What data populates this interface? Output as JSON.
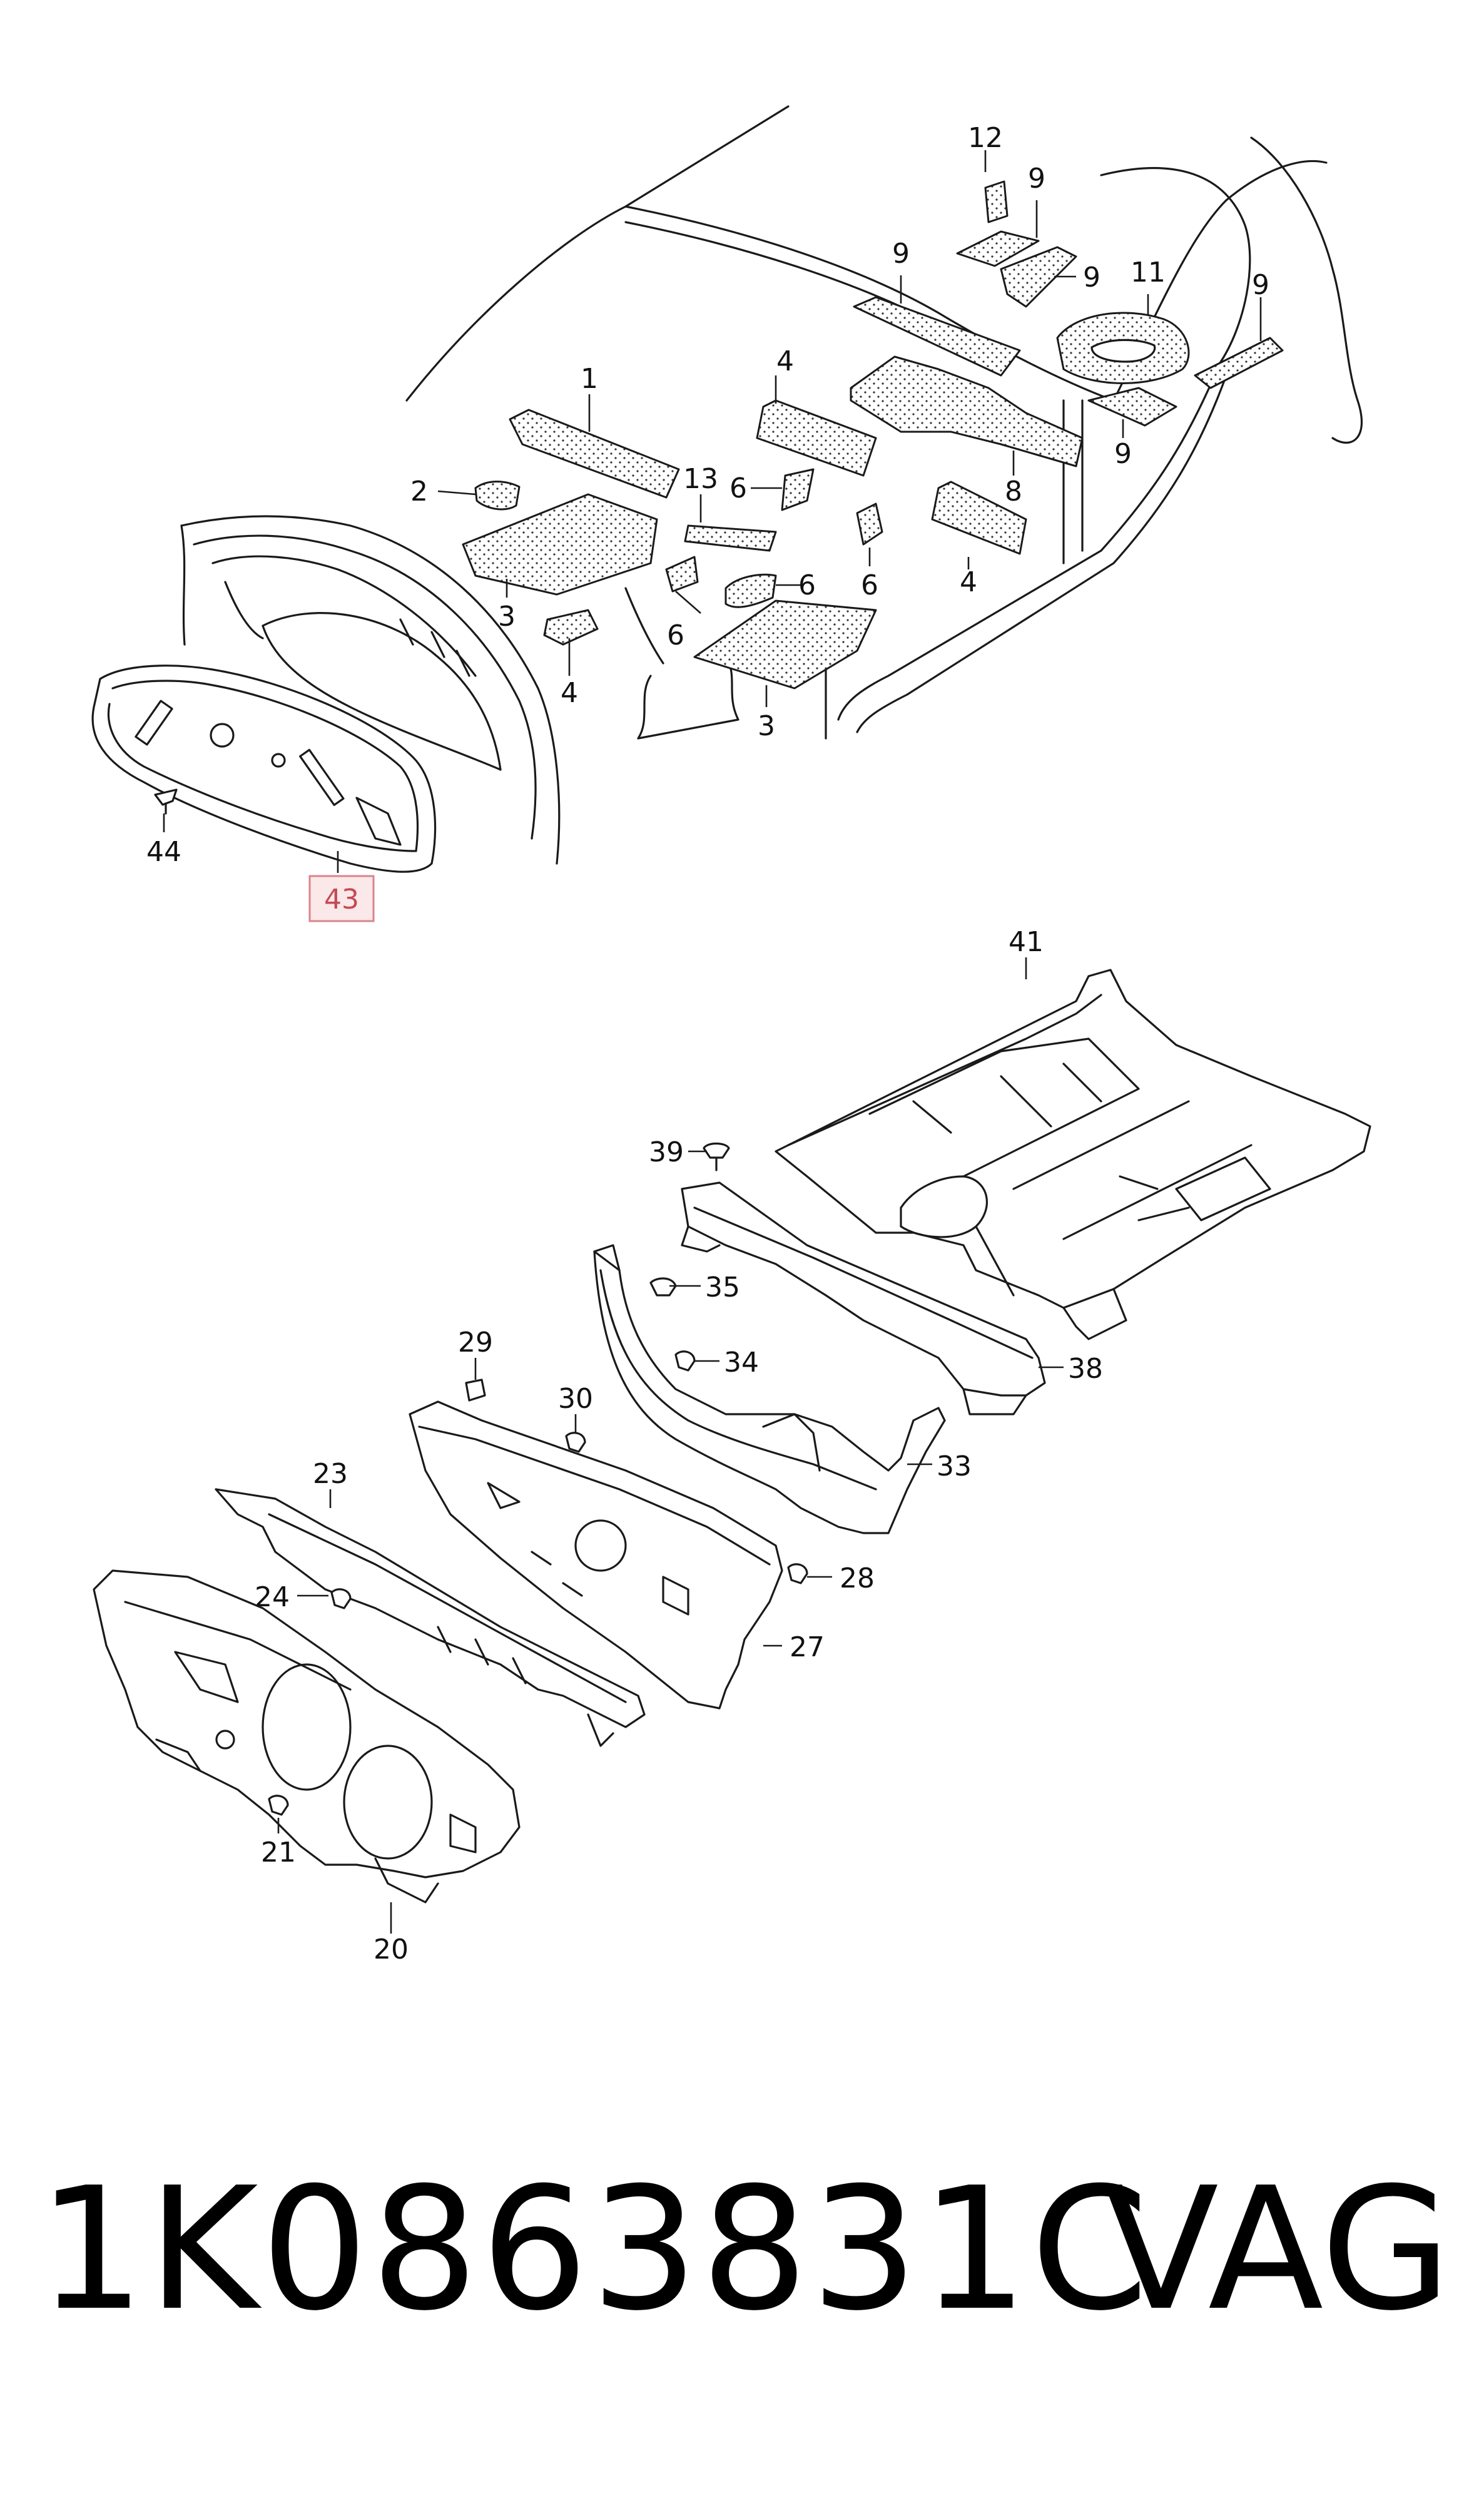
{
  "callouts": {
    "c1": "1",
    "c2": "2",
    "c3a": "3",
    "c3b": "3",
    "c4a": "4",
    "c4b": "4",
    "c4c": "4",
    "c6a": "6",
    "c6b": "6",
    "c6c": "6",
    "c6d": "6",
    "c8": "8",
    "c9a": "9",
    "c9b": "9",
    "c9c": "9",
    "c9d": "9",
    "c9e": "9",
    "c11": "11",
    "c12": "12",
    "c13": "13",
    "c20": "20",
    "c21": "21",
    "c23": "23",
    "c24": "24",
    "c27": "27",
    "c28": "28",
    "c29": "29",
    "c30": "30",
    "c33": "33",
    "c34": "34",
    "c35": "35",
    "c38": "38",
    "c39": "39",
    "c41": "41",
    "c43": "43",
    "c44": "44"
  },
  "highlighted_callout": "43",
  "colors": {
    "highlight_fill": "#fbe8e9",
    "highlight_stroke": "#d9848c",
    "highlight_text": "#c44a55"
  },
  "caption": {
    "part_number": "1K0863831C",
    "brand": "VAG"
  }
}
